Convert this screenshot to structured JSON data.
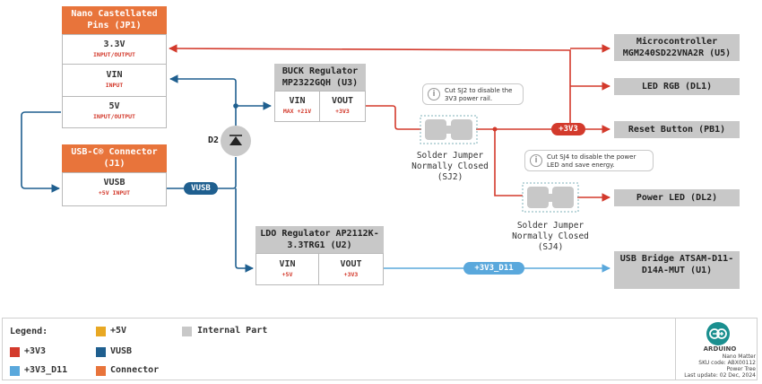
{
  "colors": {
    "red": "#d33a2c",
    "blue": "#1f5f8f",
    "light_blue": "#5aa8dc",
    "orange": "#e8743b",
    "yellow": "#e8a823",
    "gray": "#c8c8c8"
  },
  "jp1": {
    "title": "Nano Castellated Pins (JP1)",
    "rows": [
      {
        "label": "3.3V",
        "sub": "INPUT/OUTPUT"
      },
      {
        "label": "VIN",
        "sub": "INPUT"
      },
      {
        "label": "5V",
        "sub": "INPUT/OUTPUT"
      }
    ]
  },
  "j1": {
    "title": "USB-C® Connector (J1)",
    "label": "VUSB",
    "sub": "+5V INPUT"
  },
  "d2": {
    "label": "D2"
  },
  "buck": {
    "title": "BUCK Regulator MP2322GQH (U3)",
    "vin": "VIN",
    "vin_sub": "MAX +21V",
    "vout": "VOUT",
    "vout_sub": "+3V3"
  },
  "ldo": {
    "title": "LDO Regulator AP2112K-3.3TRG1 (U2)",
    "vin": "VIN",
    "vin_sub": "+5V",
    "vout": "VOUT",
    "vout_sub": "+3V3"
  },
  "targets": {
    "mcu": "Microcontroller MGM240SD22VNA2R (U5)",
    "led_rgb": "LED RGB (DL1)",
    "reset": "Reset Button (PB1)",
    "power_led": "Power LED (DL2)",
    "usb_bridge": "USB Bridge ATSAM-D11-D14A-MUT (U1)"
  },
  "pills": {
    "vusb": "VUSB",
    "p3v3": "+3V3",
    "p3v3_d11": "+3V3_D11"
  },
  "sj2": {
    "note": "Cut SJ2 to disable the 3V3 power rail.",
    "caption": "Solder Jumper Normally Closed (SJ2)"
  },
  "sj4": {
    "note": "Cut SJ4 to disable the power LED and save energy.",
    "caption": "Solder Jumper Normally Closed (SJ4)"
  },
  "legend": {
    "title": "Legend:",
    "items": {
      "v5": "+5V",
      "internal": "Internal Part",
      "v3v3": "+3V3",
      "vusb": "VUSB",
      "v3v3_d11": "+3V3_D11",
      "connector": "Connector"
    }
  },
  "footer": {
    "brand": "ARDUINO",
    "product": "Nano Matter",
    "sku": "SKU code: ABX00112",
    "doc": "Power Tree",
    "updated": "Last update: 02 Dec, 2024"
  }
}
